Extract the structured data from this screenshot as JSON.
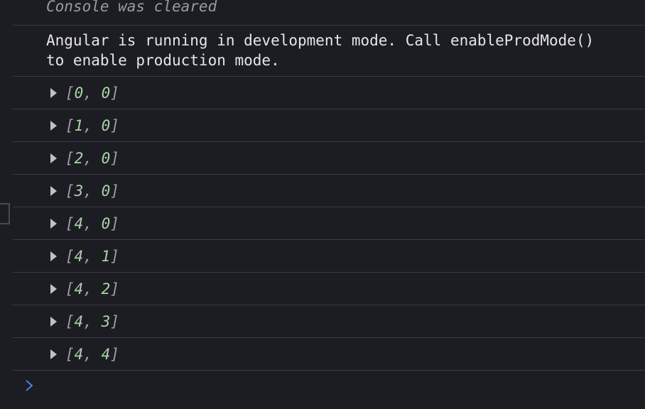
{
  "console": {
    "cleared_message": "Console was cleared",
    "angular_line1": "Angular is running in development mode. Call enableProdMode()",
    "angular_line2": "to enable production mode.",
    "entries": [
      {
        "a": "0",
        "b": "0"
      },
      {
        "a": "1",
        "b": "0"
      },
      {
        "a": "2",
        "b": "0"
      },
      {
        "a": "3",
        "b": "0"
      },
      {
        "a": "4",
        "b": "0"
      },
      {
        "a": "4",
        "b": "1"
      },
      {
        "a": "4",
        "b": "2"
      },
      {
        "a": "4",
        "b": "3"
      },
      {
        "a": "4",
        "b": "4"
      }
    ],
    "prompt_icon": "chevron-right-icon",
    "colors": {
      "background": "#1c1d22",
      "separator": "#3a3c44",
      "number": "#a8d4a8",
      "prompt": "#4c8df6"
    }
  }
}
